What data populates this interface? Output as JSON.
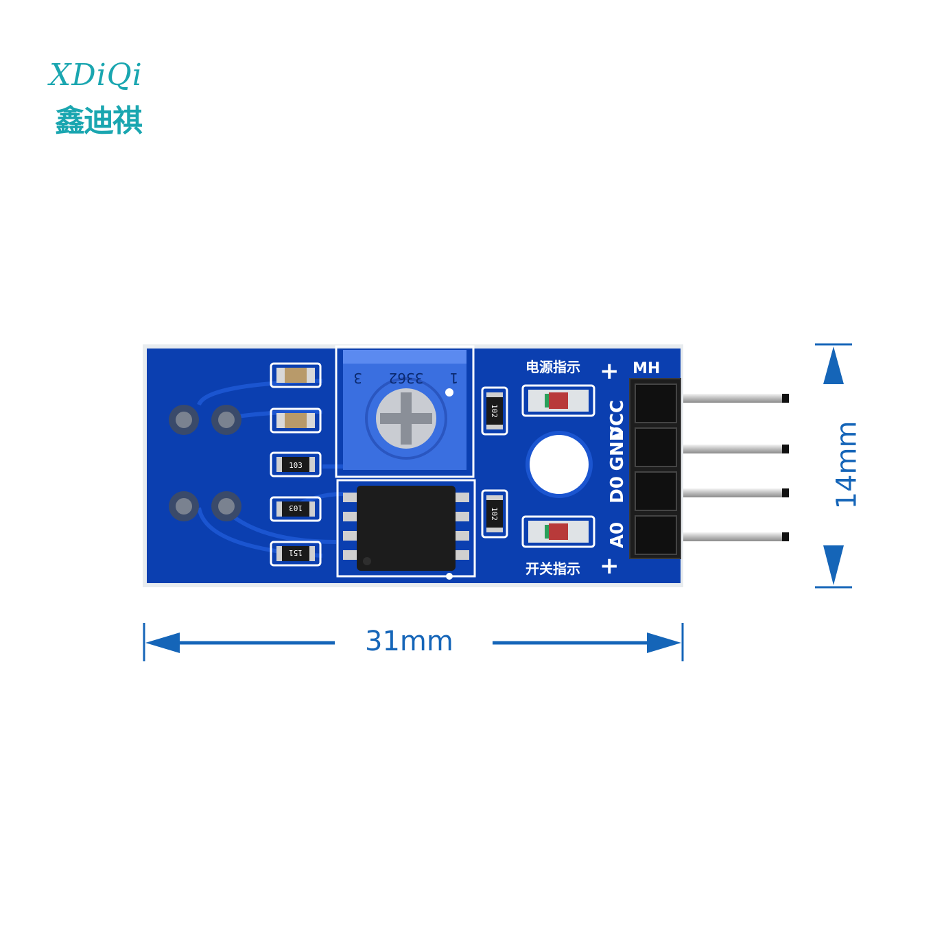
{
  "brand": {
    "latin": "XDiQi",
    "chinese": "鑫迪祺"
  },
  "dimensions": {
    "width_label": "31mm",
    "height_label": "14mm"
  },
  "board": {
    "header_label": "MH",
    "pin_labels": [
      "VCC",
      "GND",
      "D0",
      "A0"
    ],
    "power_led_label": "电源指示",
    "switch_led_label": "开关指示",
    "pot_marking": "3362",
    "pot_pin_left": "3",
    "pot_pin_right": "1",
    "resistor_codes": [
      "103",
      "103",
      "151",
      "102",
      "102"
    ]
  },
  "colors": {
    "pcb": "#0b3fb0",
    "silkscreen": "#ffffff",
    "dimension": "#1565b8",
    "brand": "#1aa6b0"
  }
}
